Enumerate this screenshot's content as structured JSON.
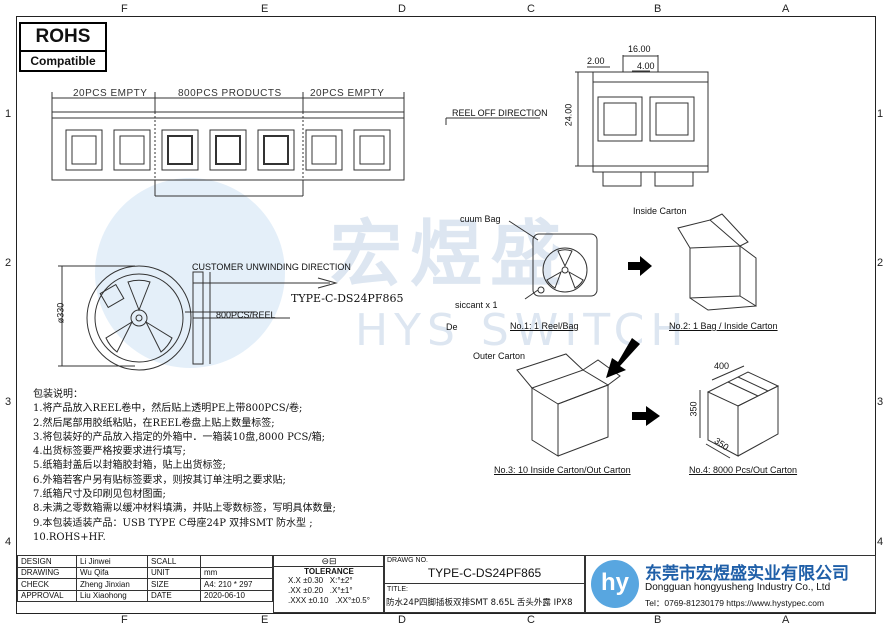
{
  "zones": {
    "cols": [
      "F",
      "E",
      "D",
      "C",
      "B",
      "A"
    ],
    "rows": [
      "1",
      "2",
      "3",
      "4"
    ]
  },
  "rohs": {
    "title": "ROHS",
    "subtitle": "Compatible"
  },
  "tape": {
    "seg_empty_left": "20PCS EMPTY",
    "seg_products": "800PCS PRODUCTS",
    "seg_empty_right": "20PCS EMPTY",
    "reel_off": "REEL OFF DIRECTION"
  },
  "dims": {
    "d16": "16.00",
    "d2": "2.00",
    "d4": "4.00",
    "d24": "24.00",
    "d330": "ø330"
  },
  "reel": {
    "unwind": "CUSTOMER UNWINDING DIRECTION",
    "type": "TYPE-C-DS24PF865",
    "pcs": "800PCS/REEL"
  },
  "pack": {
    "vacuum_bag": "cuum Bag",
    "desiccant": "siccant x 1",
    "de": "De",
    "inside_carton": "Inside Carton",
    "outer_carton": "Outer Carton",
    "no1": "No.1: 1 Reel/Bag",
    "no2": "No.2: 1 Bag / Inside Carton",
    "no3": "No.3: 10 Inside Carton/Out Carton",
    "no4": "No.4: 8000 Pcs/Out Carton",
    "d400": "400",
    "d350a": "350",
    "d350b": "350"
  },
  "notes": {
    "heading": "包装说明：",
    "items": [
      "1.将产品放入REEL卷中，然后贴上透明PE上带800PCS/卷;",
      "2.然后尾部用胶纸粘贴，在REEL卷盘上贴上数量标签;",
      "3.将包装好的产品放入指定的外箱中．一箱装10盘,8000 PCS/箱;",
      "4.出货标签要严格按要求进行填写;",
      "5.纸箱封盖后以封箱胶封箱，贴上出货标签;",
      "6.外箱若客户另有贴标签要求，则按其订单注明之要求贴;",
      "7.纸箱尺寸及印刷见包材图面;",
      "8.未满之零数箱需以缓冲材料填满，并贴上零数标签，写明具体数量;",
      "9.本包装适装产品：USB TYPE C母座24P 双排SMT 防水型 ;",
      "10.ROHS+HF."
    ]
  },
  "title_block": {
    "rows": [
      {
        "role": "DESIGN",
        "name": "Li Jinwei",
        "key": "SCALL",
        "val": ""
      },
      {
        "role": "DRAWING",
        "name": "Wu Qifa",
        "key": "UNIT",
        "val": "mm"
      },
      {
        "role": "CHECK",
        "name": "Zheng Jinxian",
        "key": "SIZE",
        "val": "A4: 210 * 297"
      },
      {
        "role": "APPROVAL",
        "name": "Liu Xiaohong",
        "key": "DATE",
        "val": "2020-06-10"
      }
    ],
    "tolerance_title": "TOLERANCE",
    "tolerance": [
      {
        "k": "X.X",
        "v": "±0.30",
        "a": "X:°±2°"
      },
      {
        "k": ".XX",
        "v": "±0.20",
        "a": ".X°±1°"
      },
      {
        "k": ".XXX",
        "v": "±0.10",
        "a": ".XX°±0.5°"
      }
    ],
    "drawing_no_label": "DRAWG NO.",
    "drawing_no": "TYPE-C-DS24PF865",
    "title_label": "TITLE:",
    "title": "防水24P四脚插板双排SMT 8.65L 舌头外露 IPX8"
  },
  "company": {
    "name_cn": "东莞市宏煜盛实业有限公司",
    "name_en": "Dongguan hongyusheng Industry Co., Ltd",
    "tel_web": "Tel：0769-81230179    https://www.hystypec.com",
    "logo_text": "hy",
    "colors": {
      "brand_blue": "#1f5fa8",
      "brand_light": "#58a6e0"
    }
  },
  "watermark": {
    "cn": "宏煜盛",
    "en": "HYS SWITCH"
  }
}
